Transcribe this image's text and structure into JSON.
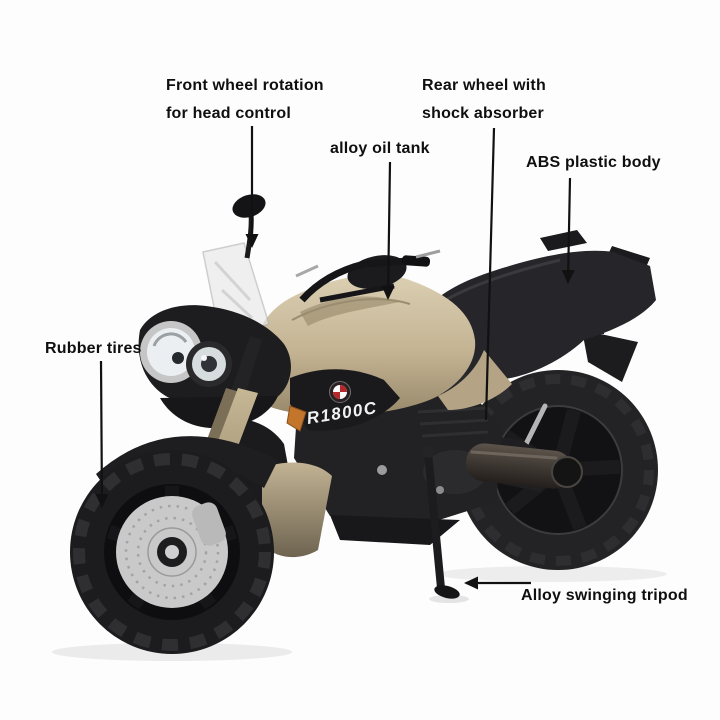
{
  "product": {
    "model_code": "R1800C",
    "emblem": "red-white-roundel-logo"
  },
  "labels": {
    "front_wheel": {
      "line1": "Front wheel rotation",
      "line2": "for head control"
    },
    "rear_wheel": {
      "line1": "Rear wheel with",
      "line2": "shock absorber"
    },
    "oil_tank": {
      "text": "alloy oil tank"
    },
    "abs_body": {
      "text": "ABS plastic body"
    },
    "rubber_tires": {
      "text": "Rubber tires"
    },
    "tripod": {
      "text": "Alloy swinging tripod"
    }
  },
  "colors": {
    "background": "#fdfdfd",
    "label_text": "#0f0f0f",
    "arrow": "#111111",
    "tank_champagne": "#c3b393",
    "fork_champagne": "#b3a384",
    "body_black": "#212123",
    "seat_black": "#26262a",
    "tail_light_red": "#b5282c",
    "turn_signal_orange": "#c4752c",
    "brake_disc_silver": "#c9c9c9",
    "exhaust_gunmetal": "#3e3833",
    "tire_black": "#1c1c1e"
  }
}
